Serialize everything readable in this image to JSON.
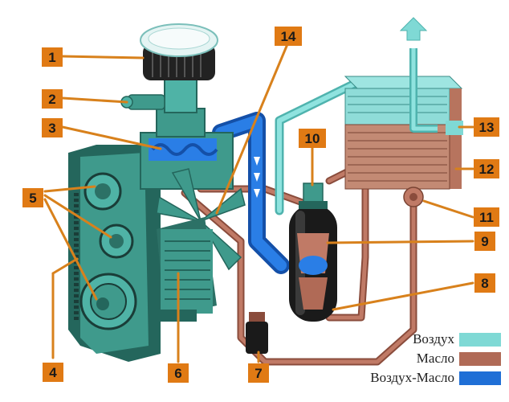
{
  "colors": {
    "air": "#7fd9d5",
    "oil": "#b06a56",
    "air_oil": "#1f6fd6",
    "machine": "#3f9a8c",
    "machine_dark": "#24665c",
    "label_box": "#e07a14",
    "leader": "#d8811c"
  },
  "labels": [
    "1",
    "2",
    "3",
    "4",
    "5",
    "6",
    "7",
    "8",
    "9",
    "10",
    "11",
    "12",
    "13",
    "14"
  ],
  "legend": [
    {
      "text": "Воздух",
      "color": "#7fd9d5"
    },
    {
      "text": "Масло",
      "color": "#b06a56"
    },
    {
      "text": "Воздух-Масло",
      "color": "#1f6fd6"
    }
  ],
  "icons": {
    "exhaust": "up-arrow-icon"
  }
}
